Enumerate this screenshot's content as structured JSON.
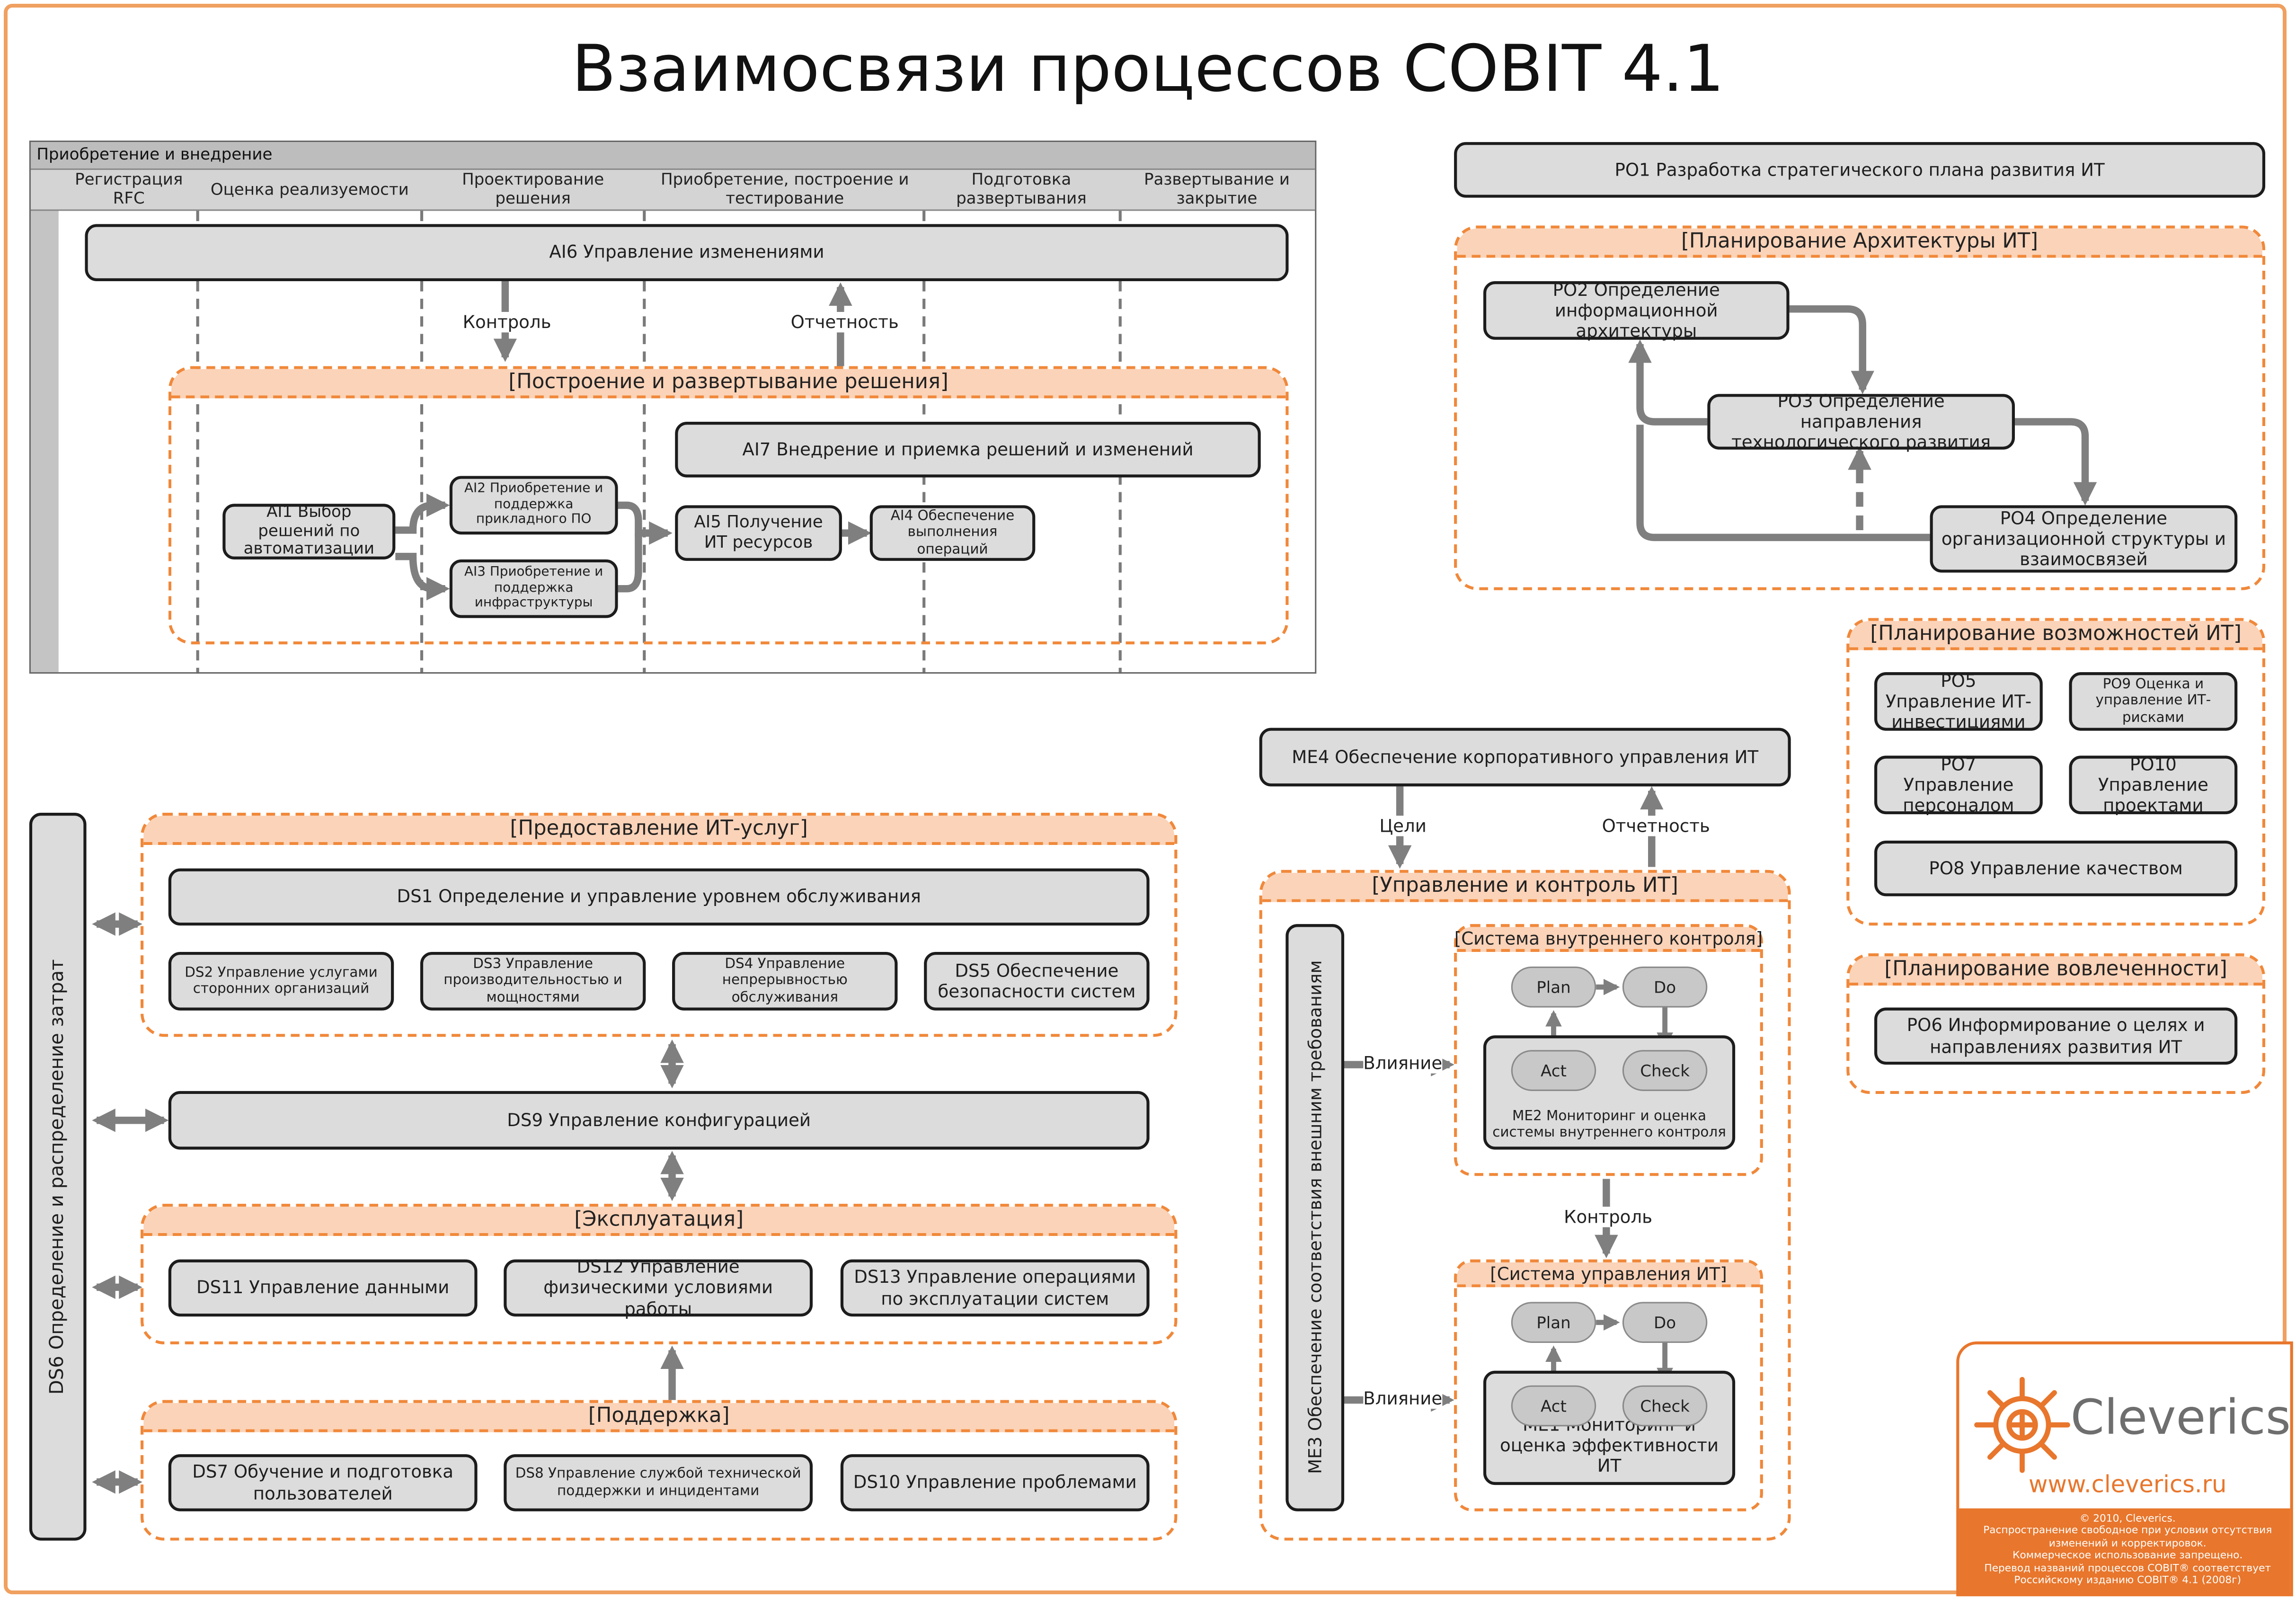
{
  "title": "Взаимосвязи процессов COBIT 4.1",
  "ai": {
    "frame_title": "Приобретение и внедрение",
    "columns": [
      "Регистрация RFC",
      "Оценка реализуемости",
      "Проектирование решения",
      "Приобретение, построение и тестирование",
      "Подготовка развертывания",
      "Развертывание и закрытие"
    ],
    "ai6": "AI6  Управление изменениями",
    "control": "Контроль",
    "report": "Отчетность",
    "group_title": "[Построение и развертывание решения]",
    "ai7": "AI7  Внедрение и приемка решений и изменений",
    "ai1": "AI1  Выбор решений по автоматизации",
    "ai2": "AI2 Приобретение и поддержка прикладного ПО",
    "ai3": "AI3  Приобретение и поддержка инфраструктуры",
    "ai5": "AI5 Получение ИТ ресурсов",
    "ai4": "AI4  Обеспечение выполнения операций"
  },
  "po": {
    "po1": "PO1 Разработка стратегического плана развития ИТ",
    "arch_title": "[Планирование Архитектуры ИТ]",
    "po2": "PO2 Определение информационной архитектуры",
    "po3": "PO3  Определение направления технологического развития",
    "po4": "PO4  Определение организационной структуры и взаимосвязей",
    "cap_title": "[Планирование возможностей ИТ]",
    "po5": "PO5  Управление ИТ-инвестициями",
    "po9": "PO9 Оценка и управление ИТ-рисками",
    "po7": "PO7  Управление персоналом",
    "po10": "PO10  Управление проектами",
    "po8": "PO8 Управление качеством",
    "inv_title": "[Планирование вовлеченности]",
    "po6": "PO6  Информирование о целях и направлениях развития ИТ"
  },
  "ds": {
    "ds6": "DS6  Определение и распределение затрат",
    "service_title": "[Предоставление ИТ-услуг]",
    "ds1": "DS1  Определение и управление уровнем обслуживания",
    "ds2": "DS2  Управление услугами сторонних организаций",
    "ds3": "DS3  Управление производительностью и мощностями",
    "ds4": "DS4  Управление непрерывностью обслуживания",
    "ds5": "DS5  Обеспечение безопасности систем",
    "ds9": "DS9  Управление конфигурацией",
    "ops_title": "[Эксплуатация]",
    "ds11": "DS11  Управление данными",
    "ds12": "DS12  Управление физическими условиями работы",
    "ds13": "DS13 Управление операциями по эксплуатации систем",
    "support_title": "[Поддержка]",
    "ds7": "DS7  Обучение и подготовка пользователей",
    "ds8": "DS8  Управление службой технической поддержки и инцидентами",
    "ds10": "DS10 Управление проблемами"
  },
  "me": {
    "me4": "ME4 Обеспечение корпоративного управления ИТ",
    "goals": "Цели",
    "report": "Отчетность",
    "group_title": "[Управление и контроль ИТ]",
    "me3": "ME3 Обеспечение соответствия внешним требованиям",
    "influence_1": "Влияние",
    "influence_2": "Влияние",
    "ic_title": "[Система внутреннего контроля]",
    "me2": "ME2 Мониторинг и оценка системы внутреннего контроля",
    "control": "Контроль",
    "ms_title": "[Система управления ИТ]",
    "me1": "ME1  Мониторинг и оценка эффективности ИТ",
    "cycle": {
      "plan": "Plan",
      "do": "Do",
      "act": "Act",
      "check": "Check"
    }
  },
  "logo": {
    "name": "Cleverics",
    "url": "www.cleverics.ru",
    "footer_lines": [
      "© 2010, Cleverics.",
      "Распространение свободное при условии отсутствия",
      "изменений и корректировок.",
      "Коммерческое использование запрещено.",
      "Перевод названий процессов COBIT® соответствует",
      "Российскому изданию COBIT® 4.1 (2008г)"
    ]
  },
  "colors": {
    "accent": "#f0883a",
    "header_fill": "#fbd3b8",
    "box_fill": "#dcdcdc",
    "arrow": "#7f7f7f",
    "brand": "#e8762c"
  }
}
